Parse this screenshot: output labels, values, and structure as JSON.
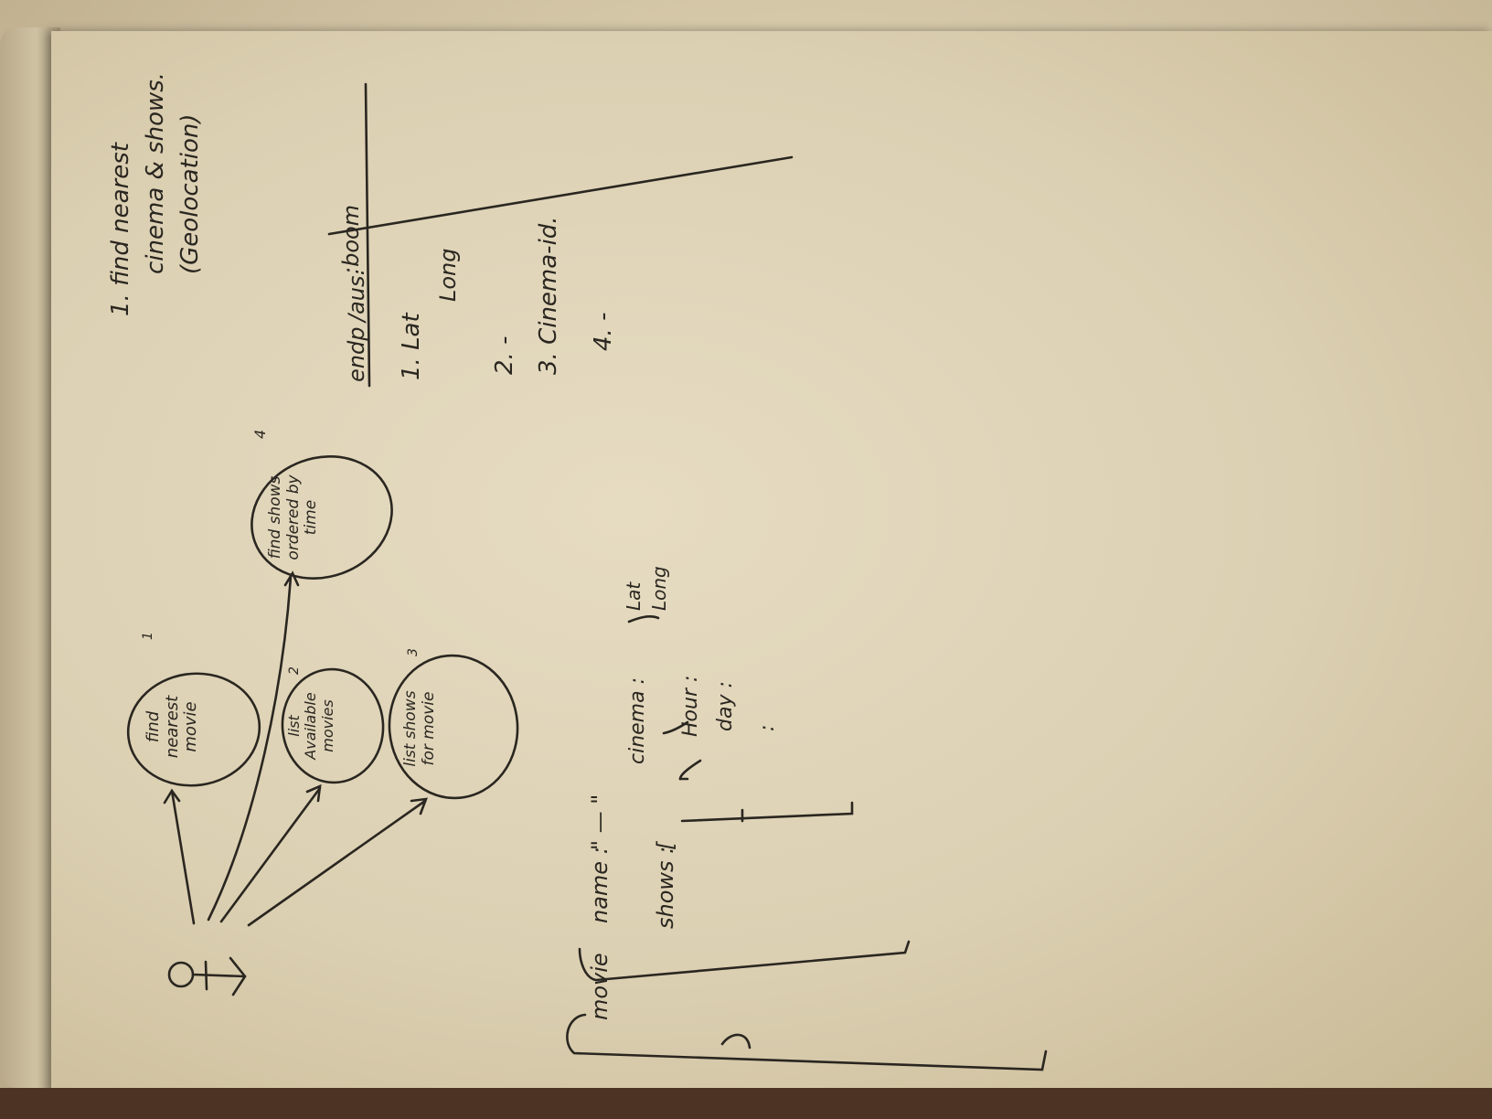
{
  "sketch": {
    "use_cases": [
      {
        "number": "1",
        "label": "find nearest movie"
      },
      {
        "number": "2",
        "label": "list Available movies"
      },
      {
        "number": "3",
        "label": "list shows for movie"
      },
      {
        "number": "4",
        "label": "find shows ordered by time"
      }
    ],
    "notes": {
      "line1": "1. find nearest",
      "line2": "cinema & shows.",
      "line3": "(Geolocation)"
    },
    "endpoints": {
      "header": "endp",
      "header2": "/aus.",
      "boom": ":boom",
      "item1_a": "1. Lat",
      "item1_b": "Long",
      "item2": "2. -",
      "item3": "3. Cinema-id.",
      "item4": "4. -"
    },
    "schema": {
      "root": "movie",
      "name_key": "name :",
      "name_val": "\" — \"",
      "shows_key": "shows :",
      "shows_val": "[",
      "cinema_key": "cinema :",
      "lat": "Lat",
      "long": "Long",
      "hour": "Hour :",
      "day": "day :",
      "dots": ":"
    }
  },
  "colors": {
    "paper": "#dcd0b3",
    "ink": "#2a2620",
    "background": "#5a3d2c"
  }
}
